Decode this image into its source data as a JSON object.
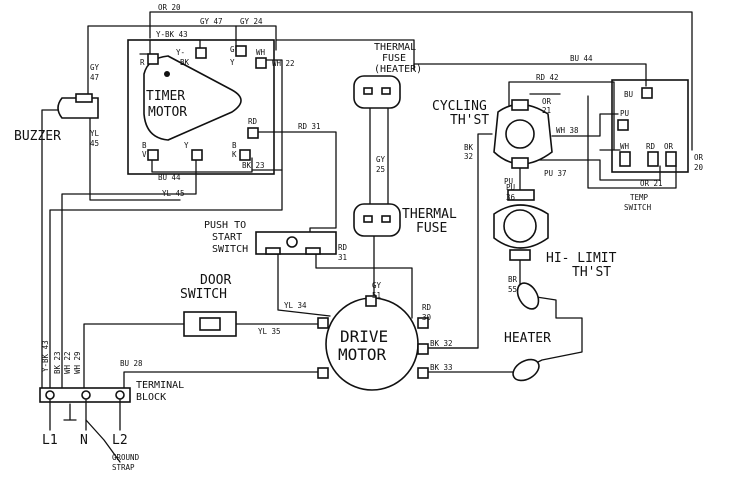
{
  "diagram": {
    "components": {
      "timer_motor": [
        "TIMER",
        "MOTOR"
      ],
      "buzzer": "BUZZER",
      "thermal_fuse_heater": [
        "THERMAL",
        "FUSE",
        "(HEATER)"
      ],
      "cycling_thst": [
        "CYCLING",
        "TH'ST"
      ],
      "temp_switch": [
        "TEMP",
        "SWITCH"
      ],
      "push_to_start": [
        "PUSH TO",
        "START",
        "SWITCH"
      ],
      "thermal_fuse": [
        "THERMAL",
        "FUSE"
      ],
      "hi_limit": [
        "HI- LIMIT",
        "TH'ST"
      ],
      "door_switch": [
        "DOOR",
        "SWITCH"
      ],
      "drive_motor": [
        "DRIVE",
        "MOTOR"
      ],
      "heater": "HEATER",
      "terminal_block": [
        "TERMINAL",
        "BLOCK"
      ],
      "ground_strap": [
        "GROUND",
        "STRAP"
      ]
    },
    "terminals": {
      "L1": "L1",
      "N": "N",
      "L2": "L2"
    },
    "timer_terminals": [
      "R",
      "BK",
      "Y-",
      "G",
      "Y",
      "WH",
      "RD",
      "B",
      "V",
      "Y",
      "B",
      "K"
    ],
    "temp_switch_terminals": [
      "BU",
      "PU",
      "WH",
      "RD",
      "OR"
    ],
    "cycling_terminals": [
      "OR",
      "21",
      "PU"
    ],
    "wires": {
      "or20_top": "OR 20",
      "gy47_top": "GY 47",
      "gy24": "GY 24",
      "ybk43_top": "Y-BK 43",
      "wh22": "WH 22",
      "gy47_left": [
        "GY",
        "47"
      ],
      "yl45_left": [
        "YL",
        "45"
      ],
      "rd31_a": "RD 31",
      "bk23": "BK 23",
      "bu44_timer": "BU 44",
      "yl45_timer": "YL 45",
      "bu44_right": "BU 44",
      "rd42": "RD 42",
      "wh38": "WH 38",
      "bk32_cycling": [
        "BK",
        "32"
      ],
      "pu37": "PU 37",
      "gy25": [
        "GY",
        "25"
      ],
      "or21": "OR 21",
      "or20_right": [
        "OR",
        "20"
      ],
      "rd31_b": [
        "RD",
        "31"
      ],
      "pu36": [
        "PU",
        "36"
      ],
      "br55": [
        "BR",
        "55"
      ],
      "gy51": [
        "GY",
        "51"
      ],
      "rd30": [
        "RD",
        "30"
      ],
      "yl34": "YL 34",
      "yl35": "YL 35",
      "bk32_motor": "BK 32",
      "bk33": "BK 33",
      "ybk43_vert": "Y-BK 43",
      "bk23_vert": "BK 23",
      "wh22_vert": "WH 22",
      "wh29": "WH 29",
      "bu28": "BU 28"
    }
  }
}
